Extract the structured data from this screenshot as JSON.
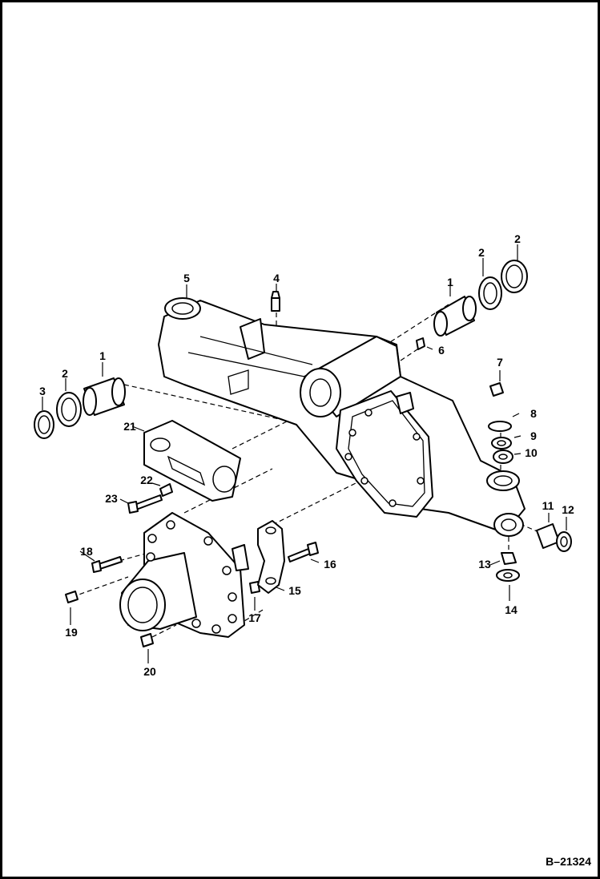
{
  "figure_id": "B–21324",
  "callouts": [
    {
      "id": "c1a",
      "text": "1"
    },
    {
      "id": "c1b",
      "text": "1"
    },
    {
      "id": "c2a",
      "text": "2"
    },
    {
      "id": "c2b",
      "text": "2"
    },
    {
      "id": "c2c",
      "text": "2"
    },
    {
      "id": "c3",
      "text": "3"
    },
    {
      "id": "c4",
      "text": "4"
    },
    {
      "id": "c5",
      "text": "5"
    },
    {
      "id": "c6",
      "text": "6"
    },
    {
      "id": "c7",
      "text": "7"
    },
    {
      "id": "c8",
      "text": "8"
    },
    {
      "id": "c9",
      "text": "9"
    },
    {
      "id": "c10",
      "text": "10"
    },
    {
      "id": "c11",
      "text": "11"
    },
    {
      "id": "c12",
      "text": "12"
    },
    {
      "id": "c13",
      "text": "13"
    },
    {
      "id": "c14",
      "text": "14"
    },
    {
      "id": "c15",
      "text": "15"
    },
    {
      "id": "c16",
      "text": "16"
    },
    {
      "id": "c17",
      "text": "17"
    },
    {
      "id": "c18",
      "text": "18"
    },
    {
      "id": "c19",
      "text": "19"
    },
    {
      "id": "c20",
      "text": "20"
    },
    {
      "id": "c21",
      "text": "21"
    },
    {
      "id": "c22",
      "text": "22"
    },
    {
      "id": "c23",
      "text": "23"
    }
  ]
}
